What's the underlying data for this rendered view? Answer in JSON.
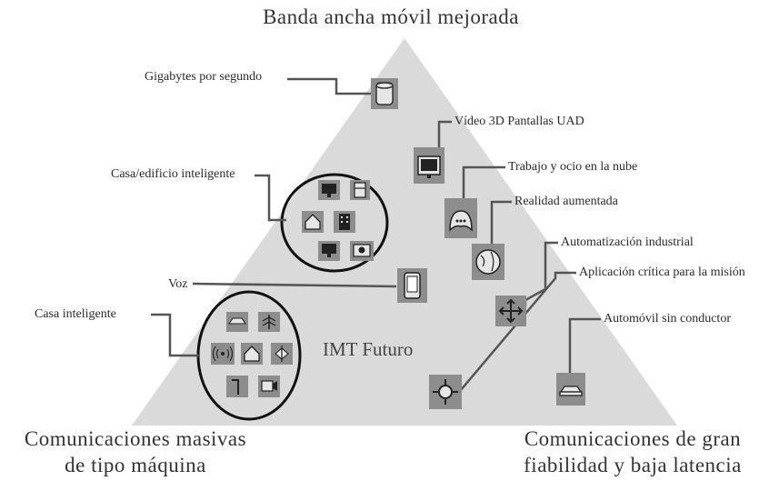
{
  "corners": {
    "top": "Banda ancha móvil mejorada",
    "bottom_left_line1": "Comunicaciones masivas",
    "bottom_left_line2": "de tipo máquina",
    "bottom_right_line1": "Comunicaciones de gran",
    "bottom_right_line2": "fiabilidad y baja latencia"
  },
  "center_label": "IMT Futuro",
  "callouts": {
    "gigabytes": "Gigabytes por segundo",
    "video3d": "Vídeo 3D Pantallas UAD",
    "casa_edificio": "Casa/edificio inteligente",
    "trabajo_nube": "Trabajo y ocio en la nube",
    "realidad": "Realidad aumentada",
    "automatizacion": "Automatización industrial",
    "voz": "Voz",
    "aplicacion": "Aplicación crítica para la misión",
    "casa_inteligente": "Casa inteligente",
    "automovil": "Automóvil sin conductor"
  },
  "icons": [
    "database-icon",
    "monitor-icon",
    "gamepad-icon",
    "globe-icon",
    "phone-icon",
    "crosshair-arrows-icon",
    "target-icon",
    "car-icon",
    "house-icon",
    "building-icon",
    "fridge-icon",
    "camera-icon",
    "wifi-signal-icon",
    "sensor-icon",
    "traffic-light-icon",
    "video-icon"
  ],
  "colors": {
    "triangle": "#dadada",
    "icon_box": "#8d8d8d",
    "icon_inner": "#e6e6e6",
    "line": "#555555"
  }
}
